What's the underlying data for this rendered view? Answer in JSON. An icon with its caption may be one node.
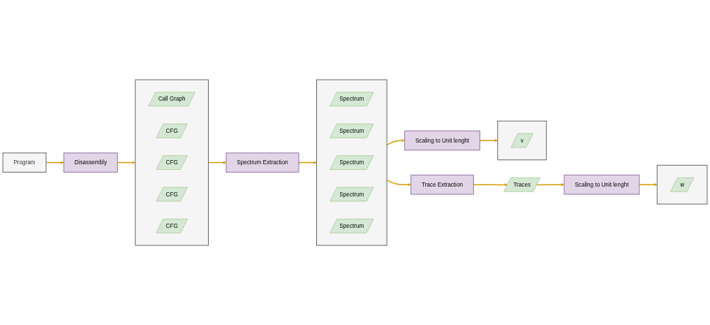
{
  "diagram": {
    "nodes": [
      {
        "text": [
          "Program"
        ]
      },
      {
        "text": [
          "Disassembly"
        ]
      },
      {
        "text": [],
        "shape": "box"
      },
      {
        "text": [
          "Call Graph"
        ],
        "in": 2
      },
      {
        "text": [
          "CFG"
        ],
        "in": 2
      },
      {
        "text": [
          "CFG"
        ],
        "in": 2
      },
      {
        "text": [
          "CFG"
        ],
        "in": 2
      },
      {
        "text": [
          "CFG"
        ],
        "in": 2
      },
      {
        "text": [
          "Spectrum Extraction"
        ]
      },
      {
        "text": [],
        "shape": "box"
      },
      {
        "text": [
          "Spectrum"
        ],
        "in": 9
      },
      {
        "text": [
          "Spectrum"
        ],
        "in": 9
      },
      {
        "text": [
          "Spectrum"
        ],
        "in": 9
      },
      {
        "text": [
          "Spectrum"
        ],
        "in": 9
      },
      {
        "text": [
          "Spectrum"
        ],
        "in": 9
      },
      {
        "text": [
          "Scaling to Unit lenght"
        ]
      },
      {
        "text": [],
        "shape": "box"
      },
      {
        "text": [
          "v"
        ],
        "in": 16
      },
      {
        "text": [],
        "shape": "box"
      },
      {
        "text": [
          "w"
        ],
        "in": 18
      },
      {
        "text": [
          "Trace Extraction"
        ]
      },
      {
        "text": [
          "Traces"
        ]
      },
      {
        "text": [
          "Scaling to Unit lenght"
        ]
      }
    ],
    "edges": [
      {
        "from": 0,
        "to": 1,
        "arrow": "to"
      },
      {
        "from": 1,
        "to": 2,
        "arrow": "to"
      },
      {
        "from": 2,
        "to": 8,
        "arrow": "to"
      },
      {
        "from": 8,
        "to": 9,
        "arrow": "to"
      },
      {
        "from": 9,
        "to": 15,
        "arrow": "to"
      },
      {
        "from": 15,
        "to": 16,
        "arrow": "to"
      },
      {
        "from": 9,
        "to": 20,
        "arrow": "to"
      },
      {
        "from": 20,
        "to": 21,
        "arrow": "to"
      },
      {
        "from": 21,
        "to": 22,
        "arrow": "to"
      },
      {
        "from": 22,
        "to": 18,
        "arrow": "to"
      }
    ]
  }
}
